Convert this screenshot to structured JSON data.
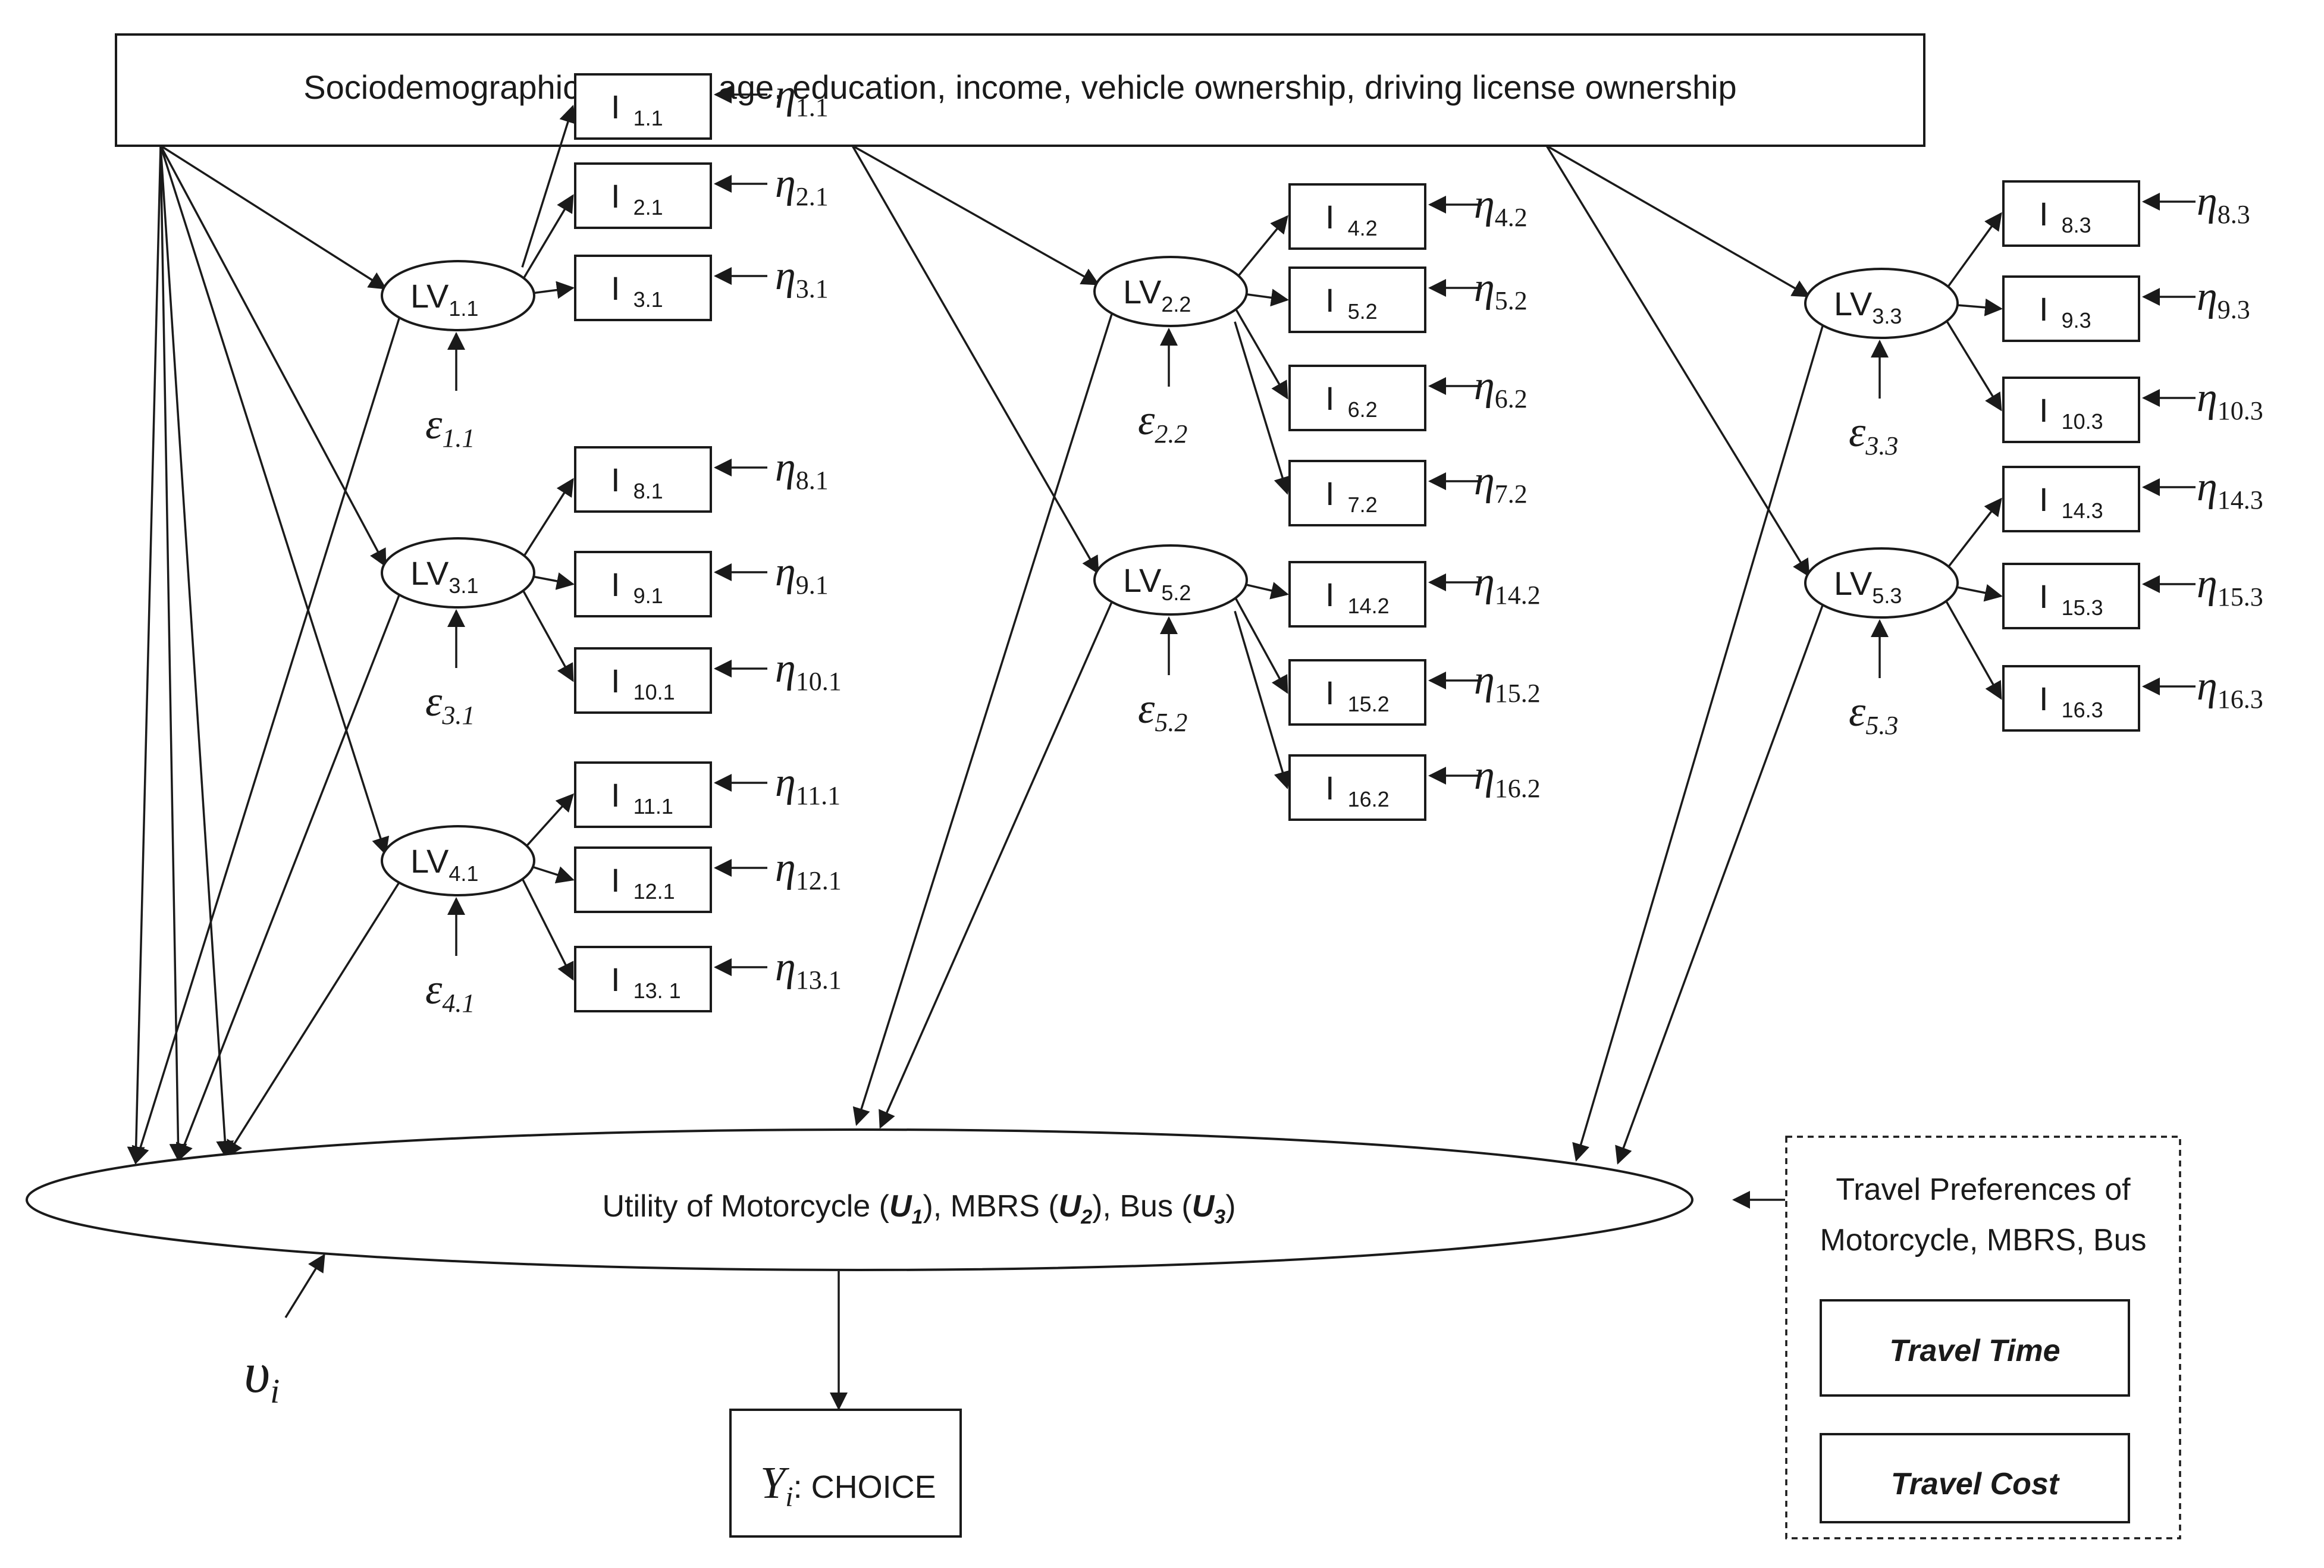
{
  "sociodemographic": "Sociodemographic: gender, age, education, income, vehicle ownership, driving license ownership",
  "latent_variables": [
    {
      "id": "lv11",
      "base": "LV",
      "sub": "1.1",
      "err_sym": "ε",
      "err_sub": "1.1",
      "indicators": [
        {
          "base": "I",
          "sub": "1.1",
          "eta": "1.1"
        },
        {
          "base": "I",
          "sub": "2.1",
          "eta": "2.1"
        },
        {
          "base": "I",
          "sub": "3.1",
          "eta": "3.1"
        }
      ]
    },
    {
      "id": "lv31",
      "base": "LV",
      "sub": "3.1",
      "err_sym": "ε",
      "err_sub": "3.1",
      "indicators": [
        {
          "base": "I",
          "sub": "8.1",
          "eta": "8.1"
        },
        {
          "base": "I",
          "sub": "9.1",
          "eta": "9.1"
        },
        {
          "base": "I",
          "sub": "10.1",
          "eta": "10.1"
        }
      ]
    },
    {
      "id": "lv41",
      "base": "LV",
      "sub": "4.1",
      "err_sym": "ε",
      "err_sub": "4.1",
      "indicators": [
        {
          "base": "I",
          "sub": "11.1",
          "eta": "11.1"
        },
        {
          "base": "I",
          "sub": "12.1",
          "eta": "12.1"
        },
        {
          "base": "I",
          "sub": "13. 1",
          "eta": "13.1"
        }
      ]
    },
    {
      "id": "lv22",
      "base": "LV",
      "sub": "2.2",
      "err_sym": "ε",
      "err_sub": "2.2",
      "indicators": [
        {
          "base": "I",
          "sub": "4.2",
          "eta": "4.2"
        },
        {
          "base": "I",
          "sub": "5.2",
          "eta": "5.2"
        },
        {
          "base": "I",
          "sub": "6.2",
          "eta": "6.2"
        },
        {
          "base": "I",
          "sub": "7.2",
          "eta": "7.2"
        }
      ]
    },
    {
      "id": "lv52",
      "base": "LV",
      "sub": "5.2",
      "err_sym": "ε",
      "err_sub": "5.2",
      "indicators": [
        {
          "base": "I",
          "sub": "14.2",
          "eta": "14.2"
        },
        {
          "base": "I",
          "sub": "15.2",
          "eta": "15.2"
        },
        {
          "base": "I",
          "sub": "16.2",
          "eta": "16.2"
        }
      ]
    },
    {
      "id": "lv33",
      "base": "LV",
      "sub": "3.3",
      "err_sym": "ε",
      "err_sub": "3.3",
      "indicators": [
        {
          "base": "I",
          "sub": "8.3",
          "eta": "8.3"
        },
        {
          "base": "I",
          "sub": "9.3",
          "eta": "9.3"
        },
        {
          "base": "I",
          "sub": "10.3",
          "eta": "10.3"
        }
      ]
    },
    {
      "id": "lv53",
      "base": "LV",
      "sub": "5.3",
      "err_sym": "ε",
      "err_sub": "5.3",
      "indicators": [
        {
          "base": "I",
          "sub": "14.3",
          "eta": "14.3"
        },
        {
          "base": "I",
          "sub": "15.3",
          "eta": "15.3"
        },
        {
          "base": "I",
          "sub": "16.3",
          "eta": "16.3"
        }
      ]
    }
  ],
  "eta_symbol": "η",
  "utility": {
    "prefix": "Utility of Motorcycle (",
    "u1": "U",
    "u1_sub": "1",
    "mid1": "), MBRS (",
    "u2": "U",
    "u2_sub": "2",
    "mid2": "), Bus (",
    "u3": "U",
    "u3_sub": "3",
    "suffix": ")"
  },
  "utility_error": {
    "sym": "υ",
    "sub": "i"
  },
  "choice": {
    "sym": "Y",
    "sub": "i",
    "text": ": CHOICE"
  },
  "travel_prefs": {
    "line1": "Travel Preferences of",
    "line2": "Motorcycle, MBRS, Bus",
    "time": "Travel Time",
    "cost": "Travel Cost"
  }
}
